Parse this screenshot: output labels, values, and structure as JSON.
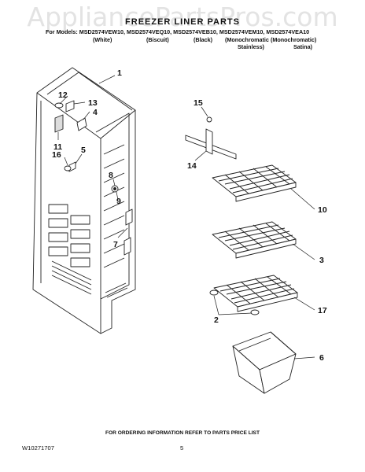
{
  "watermark": "AppliancePartsPros.com",
  "header": {
    "title": "FREEZER LINER PARTS",
    "models_line": "For Models: MSD2574VEW10, MSD2574VEQ10, MSD2574VEB10, MSD2574VEM10, MSD2574VEA10",
    "variants": [
      "(White)",
      "(Biscuit)",
      "(Black)",
      "(Monochromatic",
      "(Monochromatic)"
    ],
    "variants_sub": [
      "Stainless)",
      "Satina)"
    ]
  },
  "callouts": [
    "1",
    "12",
    "13",
    "4",
    "11",
    "5",
    "16",
    "8",
    "9",
    "7",
    "15",
    "14",
    "10",
    "3",
    "2",
    "17",
    "6"
  ],
  "footer": {
    "ordering_note": "FOR ORDERING INFORMATION REFER TO PARTS PRICE LIST",
    "doc_number": "W10271707",
    "page_number": "5"
  }
}
